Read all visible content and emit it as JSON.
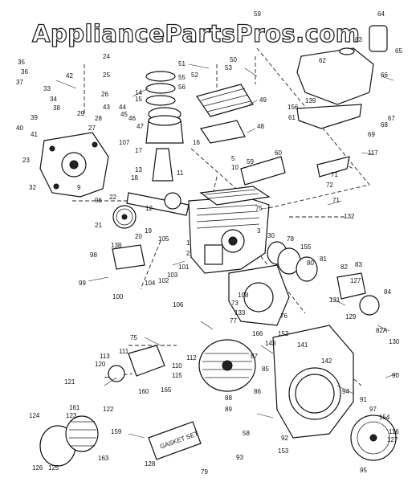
{
  "watermark": "AppliancePartsPros.com",
  "labels": [
    "59",
    "24",
    "25",
    "26",
    "35",
    "36",
    "37",
    "33",
    "34",
    "38",
    "39",
    "40",
    "41",
    "42",
    "29",
    "23",
    "32",
    "14",
    "15",
    "16",
    "17",
    "13",
    "18",
    "11",
    "12",
    "19",
    "20",
    "21",
    "22",
    "44",
    "43",
    "45",
    "46",
    "47",
    "107",
    "28",
    "27",
    "51",
    "52",
    "53",
    "55",
    "56",
    "50",
    "49",
    "48",
    "5",
    "10",
    "59",
    "60",
    "62",
    "63",
    "64",
    "65",
    "66",
    "67",
    "68",
    "69",
    "61",
    "156",
    "139",
    "117",
    "71",
    "72",
    "71",
    "132",
    "75",
    "1",
    "2",
    "3",
    "30",
    "78",
    "155",
    "80",
    "81",
    "82",
    "83",
    "127",
    "84",
    "131",
    "82A",
    "130",
    "129",
    "138",
    "98",
    "99",
    "100",
    "101",
    "103",
    "102",
    "104",
    "105",
    "106",
    "108",
    "73",
    "133",
    "77",
    "76",
    "75",
    "112",
    "110",
    "111",
    "115",
    "113",
    "120",
    "121",
    "122",
    "160",
    "165",
    "161",
    "123",
    "124",
    "126",
    "125",
    "159",
    "163",
    "128",
    "166",
    "152",
    "141",
    "143",
    "142",
    "87",
    "85",
    "86",
    "88",
    "89",
    "90",
    "94",
    "91",
    "58",
    "93",
    "92",
    "153",
    "154",
    "116",
    "127",
    "97",
    "95",
    "96",
    "9",
    "79"
  ],
  "stamp_label": "GASKET SET"
}
